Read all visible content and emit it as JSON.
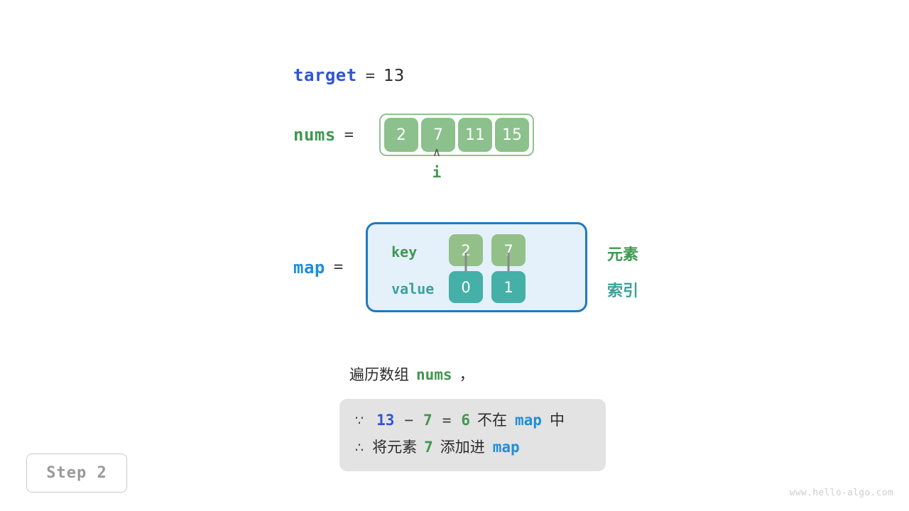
{
  "target": {
    "name": "target",
    "equals": "=",
    "value": "13"
  },
  "nums": {
    "name": "nums",
    "equals": "=",
    "cells": [
      "2",
      "7",
      "11",
      "15"
    ]
  },
  "pointer": {
    "caret": "∧",
    "label": "i",
    "index": 1
  },
  "map": {
    "name": "map",
    "equals": "=",
    "key_label": "key",
    "value_label": "value",
    "entries": [
      {
        "key": "2",
        "value": "0"
      },
      {
        "key": "7",
        "value": "1"
      }
    ],
    "side_labels": {
      "element": "元素",
      "index": "索引"
    }
  },
  "narration": {
    "prefix": "遍历数组",
    "code": "nums",
    "suffix": "，"
  },
  "explanation": {
    "line1": {
      "symbol": "∵",
      "a": "13",
      "minus": "−",
      "b": "7",
      "equals": "=",
      "result": "6",
      "text_mid": "不在",
      "code": "map",
      "text_end": "中"
    },
    "line2": {
      "symbol": "∴",
      "text_start": "将元素",
      "number": "7",
      "text_mid": "添加进",
      "code": "map"
    }
  },
  "step_badge": "Step 2",
  "watermark": "www.hello-algo.com",
  "colors": {
    "target_blue": "#2f56d0",
    "nums_green": "#3f9850",
    "map_blue": "#1f8fd8",
    "map_border": "#1f7ac0",
    "map_fill": "#e4f0fa",
    "array_cell": "#8cc08c",
    "key_cell": "#93c089",
    "value_cell": "#45b0a8",
    "explain_bg": "#e3e3e3",
    "arrow_gray": "#8a8a8a"
  }
}
